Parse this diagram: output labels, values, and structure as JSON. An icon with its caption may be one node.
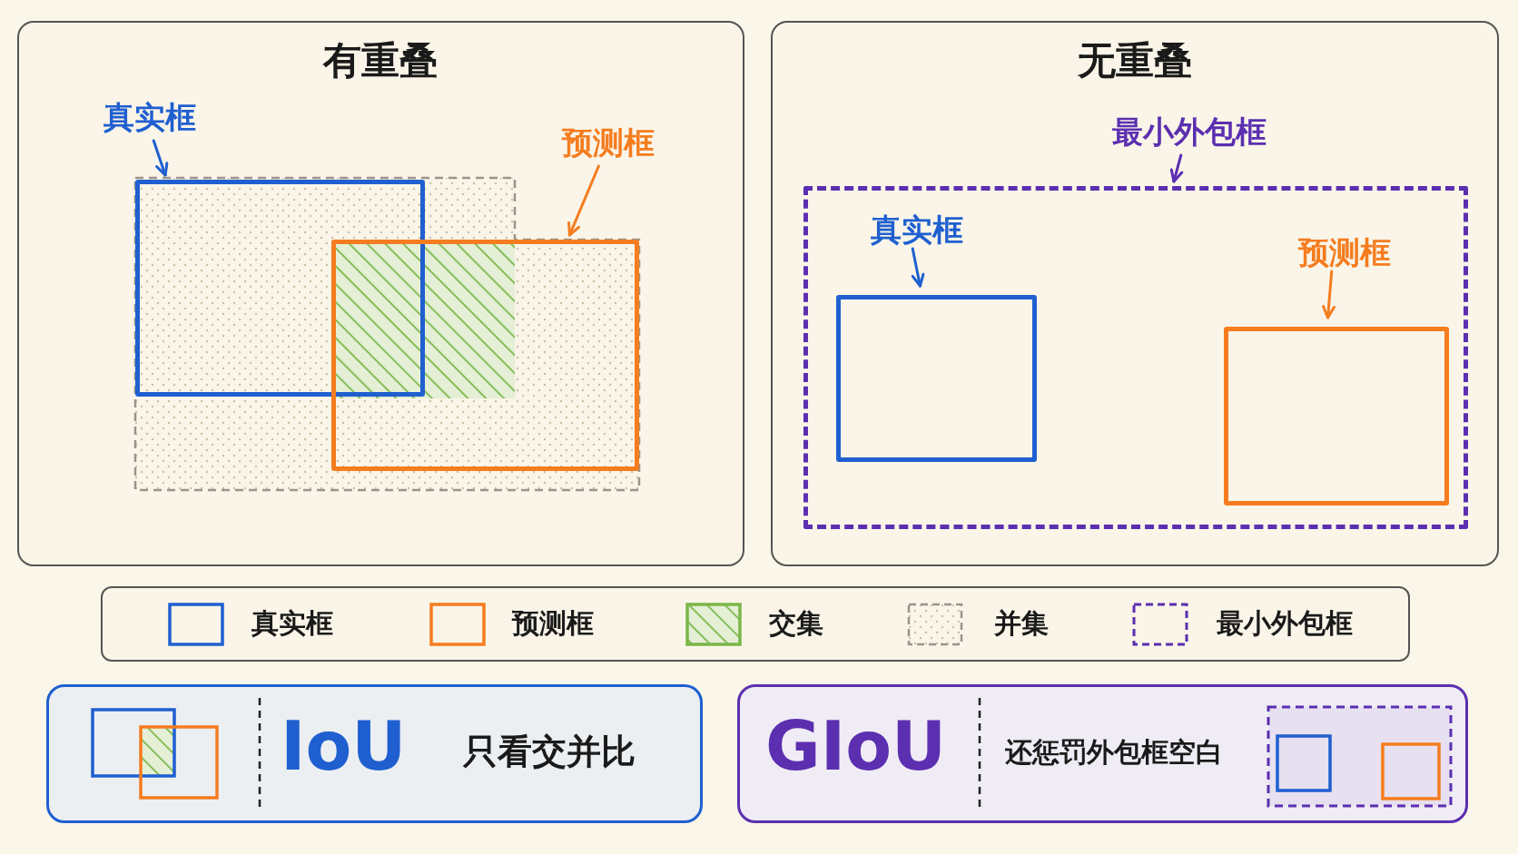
{
  "diagram": {
    "nodes": [
      {
        "text": [
          "有重叠"
        ]
      },
      {
        "text": [
          "真实框"
        ],
        "in": 0
      },
      {
        "text": [],
        "shape": "box",
        "in": 0
      },
      {
        "text": [
          "预测框"
        ],
        "in": 0
      },
      {
        "text": [],
        "shape": "box",
        "in": 0
      },
      {
        "text": [
          "无重叠"
        ]
      },
      {
        "text": [
          "最小外包框"
        ],
        "in": 5
      },
      {
        "text": [],
        "shape": "box",
        "in": 5
      },
      {
        "text": [
          "真实框"
        ],
        "in": 7
      },
      {
        "text": [],
        "shape": "box",
        "in": 7
      },
      {
        "text": [
          "预测框"
        ],
        "in": 7
      },
      {
        "text": [],
        "shape": "box",
        "in": 7
      },
      {
        "text": [
          "IoU",
          "只看交并比"
        ]
      },
      {
        "text": [
          "GIoU",
          "还惩罚外包框空白"
        ]
      }
    ],
    "edges": [
      {
        "from": 1,
        "to": 2,
        "arrow": "to",
        "color": "#1f5fd0"
      },
      {
        "from": 3,
        "to": 4,
        "arrow": "to",
        "color": "#f57c1f"
      },
      {
        "from": 6,
        "to": 7,
        "arrow": "to",
        "color": "#5b2fb0"
      },
      {
        "from": 8,
        "to": 9,
        "arrow": "to",
        "color": "#1f5fd0"
      },
      {
        "from": 10,
        "to": 11,
        "arrow": "to",
        "color": "#f57c1f"
      }
    ],
    "legend": [
      {
        "text": "真实框"
      },
      {
        "text": "预测框"
      },
      {
        "text": "交集"
      },
      {
        "text": "并集"
      },
      {
        "text": "最小外包框"
      }
    ]
  }
}
